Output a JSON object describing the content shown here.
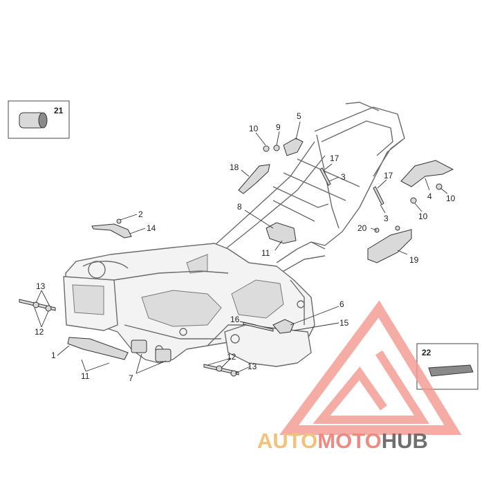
{
  "diagram": {
    "callouts": {
      "c1": "1",
      "c2": "2",
      "c3a": "3",
      "c3b": "3",
      "c4": "4",
      "c5": "5",
      "c6": "6",
      "c7": "7",
      "c8": "8",
      "c9": "9",
      "c10a": "10",
      "c10b": "10",
      "c10c": "10",
      "c11a": "11",
      "c11b": "11",
      "c12a": "12",
      "c12b": "12",
      "c13a": "13",
      "c13b": "13",
      "c14": "14",
      "c15": "15",
      "c16": "16",
      "c17a": "17",
      "c17b": "17",
      "c18": "18",
      "c19": "19",
      "c20": "20",
      "c21": "21",
      "c22": "22"
    }
  },
  "watermark": {
    "text_auto": "AUTO",
    "text_moto": "MOTO",
    "text_hub": "HUB",
    "color_auto": "#f2c27a",
    "color_moto": "#ef8a80",
    "color_hub": "#6f6f6f",
    "triangle_color": "#f39a92"
  }
}
